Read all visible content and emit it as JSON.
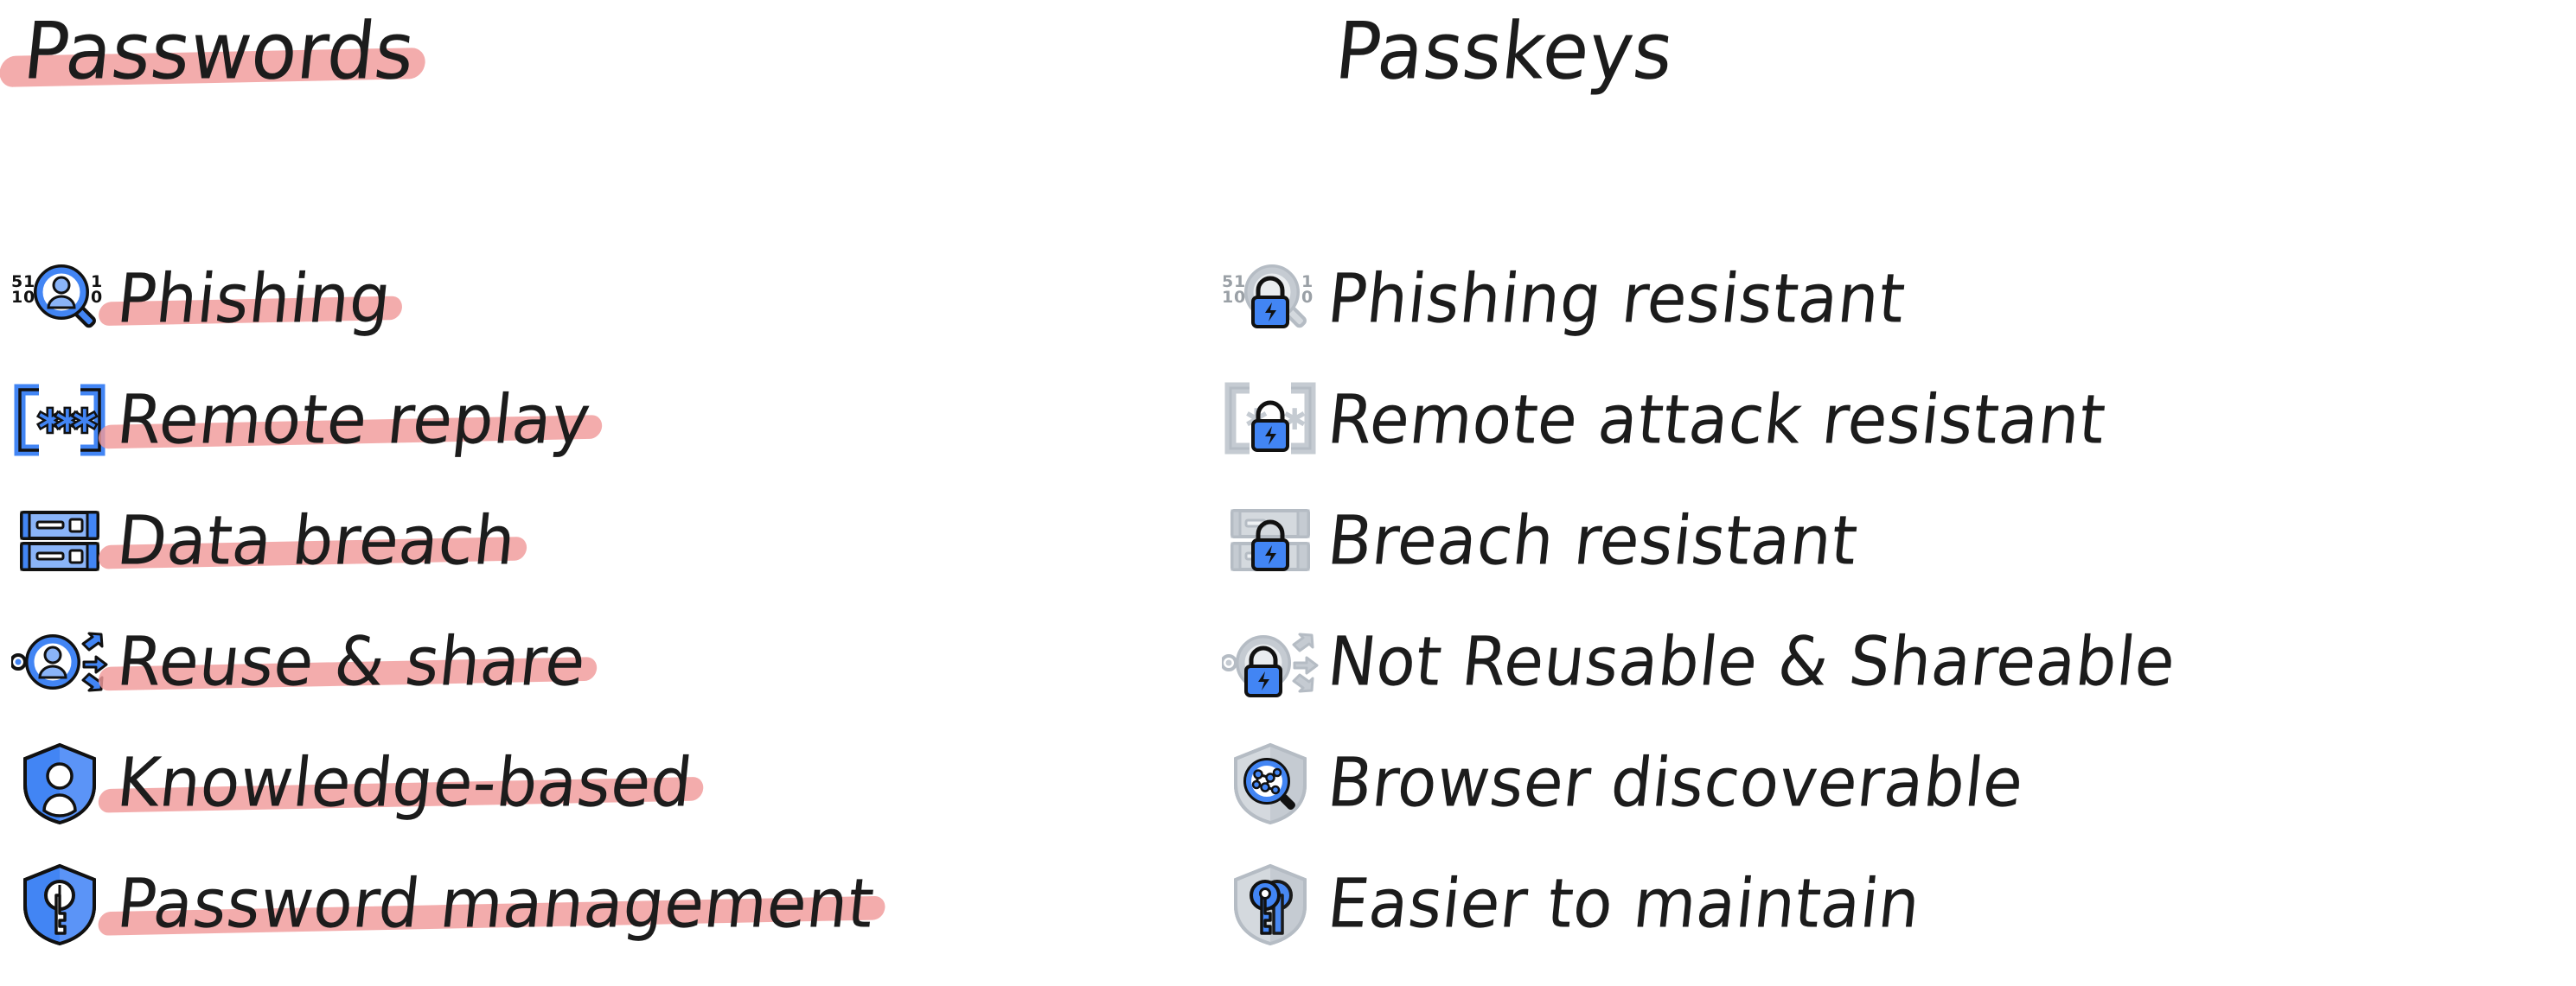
{
  "colors": {
    "ink": "#1c1c1c",
    "highlight_pink": "#f19a9a",
    "icon_blue": "#4285f4",
    "icon_blue_light": "#8ab4f8",
    "icon_gray": "#b5bcc4",
    "icon_gray_light": "#d4d9de",
    "icon_outline": "#111111"
  },
  "columns": {
    "passwords": {
      "heading": "Passwords",
      "heading_struck": true,
      "items": [
        {
          "label": "Phishing",
          "struck": true,
          "icon": "magnifier-person-binary-icon"
        },
        {
          "label": "Remote replay",
          "struck": true,
          "icon": "brackets-asterisks-icon"
        },
        {
          "label": "Data breach",
          "struck": true,
          "icon": "server-stack-icon"
        },
        {
          "label": "Reuse & share",
          "struck": true,
          "icon": "person-share-arrows-icon"
        },
        {
          "label": "Knowledge-based",
          "struck": true,
          "icon": "shield-person-icon"
        },
        {
          "label": "Password management",
          "struck": true,
          "icon": "shield-key-icon"
        }
      ]
    },
    "passkeys": {
      "heading": "Passkeys",
      "heading_struck": false,
      "items": [
        {
          "label": "Phishing resistant",
          "struck": false,
          "icon": "magnifier-binary-lock-icon"
        },
        {
          "label": "Remote attack resistant",
          "struck": false,
          "icon": "brackets-lock-icon"
        },
        {
          "label": "Breach resistant",
          "struck": false,
          "icon": "server-lock-icon"
        },
        {
          "label": "Not Reusable & Shareable",
          "struck": false,
          "icon": "person-share-lock-icon"
        },
        {
          "label": "Browser discoverable",
          "struck": false,
          "icon": "shield-network-magnifier-icon"
        },
        {
          "label": "Easier to maintain",
          "struck": false,
          "icon": "shield-keys-icon"
        }
      ]
    }
  }
}
